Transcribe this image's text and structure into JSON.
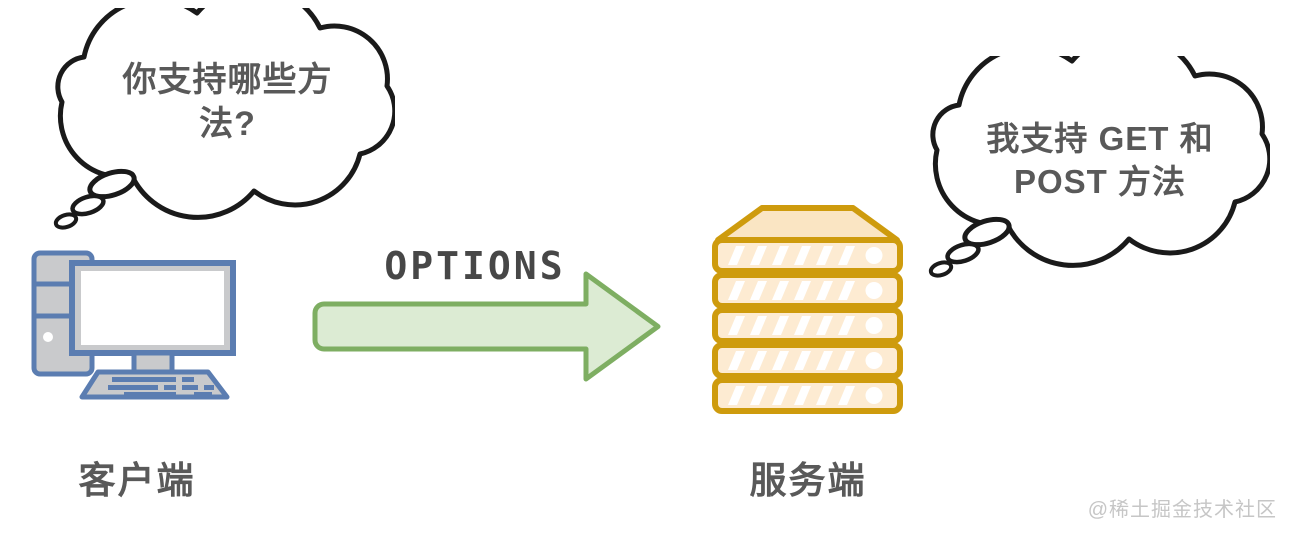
{
  "client": {
    "label": "客户端",
    "icon": "desktop-computer-icon",
    "thought_line1": "你支持哪些方",
    "thought_line2": "法?"
  },
  "server": {
    "label": "服务端",
    "icon": "server-rack-icon",
    "thought_line1": "我支持 GET 和",
    "thought_line2": "POST 方法"
  },
  "arrow": {
    "label": "OPTIONS"
  },
  "watermark": "@稀土掘金技术社区",
  "colors": {
    "computer_blue": "#5B7DB1",
    "computer_gray": "#C9CACC",
    "server_gold": "#CE9B0D",
    "server_fill": "#FDEBD2",
    "server_top_fill": "#FAE5C3",
    "arrow_fill": "#DCEBD3",
    "arrow_stroke": "#7EAE62",
    "cloud_stroke": "#1A1A1A",
    "text_gray": "#595959",
    "watermark_gray": "#C6C6C6"
  }
}
